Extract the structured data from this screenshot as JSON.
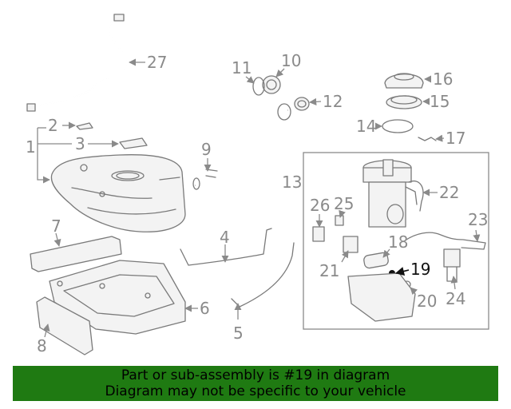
{
  "colors": {
    "banner": "#1f7a12",
    "highlight": "#111111",
    "line": "#8a8a8a"
  },
  "callouts": [
    "1",
    "2",
    "3",
    "4",
    "5",
    "6",
    "7",
    "8",
    "9",
    "10",
    "11",
    "12",
    "13",
    "14",
    "15",
    "16",
    "17",
    "18",
    "19",
    "20",
    "21",
    "22",
    "23",
    "24",
    "25",
    "26",
    "27"
  ],
  "highlighted_part": "19",
  "banner": {
    "line1": "Part or sub-assembly is #19 in diagram",
    "line2": "Diagram may not be specific to your vehicle"
  }
}
